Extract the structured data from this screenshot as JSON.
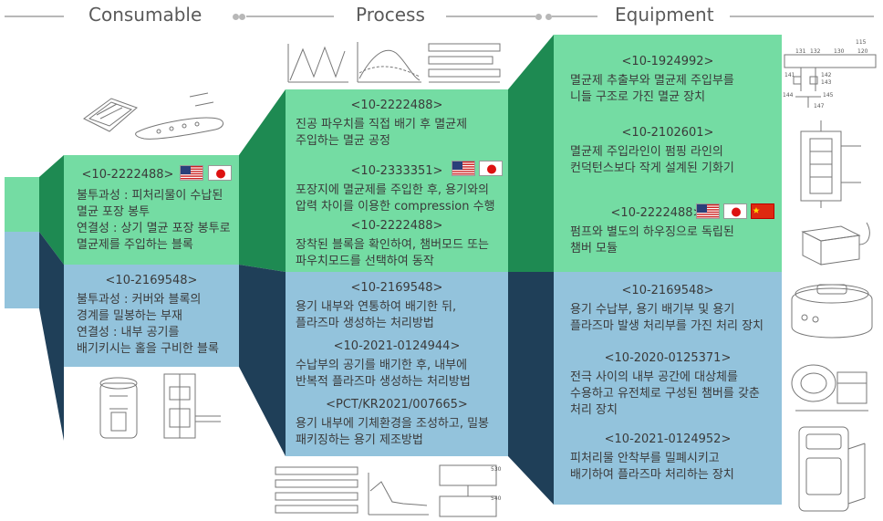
{
  "headers": {
    "consumable": "Consumable",
    "process": "Process",
    "equipment": "Equipment"
  },
  "colors": {
    "green": "#74dca3",
    "dark_green": "#1e8a52",
    "blue": "#93c3dc",
    "navy": "#1f3f58",
    "header_line": "#b8b8b8"
  },
  "consumable": {
    "top": {
      "number": "<10-2222488>",
      "flags": [
        "us",
        "jp"
      ],
      "line1": "불투과성 : 피처리물이 수납된",
      "line2": "멸균 포장 봉투",
      "line3": "연결성 : 상기 멸균 포장 봉투로",
      "line4": "멸균제를 주입하는 블록"
    },
    "bottom": {
      "number": "<10-2169548>",
      "line1": "불투과성 : 커버와 블록의",
      "line2": "경계를 밀봉하는 부재",
      "line3": "연결성 : 내부 공기를",
      "line4": "배기키시는 홀을 구비한 블록"
    }
  },
  "process": {
    "items": [
      {
        "number": "<10-2222488>",
        "line1": "진공 파우치를 직접 배기 후 멸균제",
        "line2": "주입하는 멸균 공정"
      },
      {
        "number": "<10-2333351>",
        "flags": [
          "us",
          "jp"
        ],
        "line1": "포장지에 멸균제를 주입한 후, 용기와의",
        "line2": "압력 차이를 이용한 compression 수행"
      },
      {
        "number": "<10-2222488>",
        "line1": "장착된 블록을 확인하여, 챔버모드 또는",
        "line2": "파우치모드를 선택하여 동작"
      },
      {
        "number": "<10-2169548>",
        "line1": "용기 내부와 연통하여 배기한 뒤,",
        "line2": "플라즈마 생성하는 처리방법"
      },
      {
        "number": "<10-2021-0124944>",
        "line1": "수납부의 공기를 배기한 후, 내부에",
        "line2": "반복적 플라즈마 생성하는 처리방법"
      },
      {
        "number": "<PCT/KR2021/007665>",
        "line1": "용기 내부에 기체환경을 조성하고, 밀봉",
        "line2": "패키징하는 용기 제조방법"
      }
    ]
  },
  "equipment": {
    "items": [
      {
        "number": "<10-1924992>",
        "line1": "멸균제 추출부와 멸균제 주입부를",
        "line2": "니들 구조로 가진 멸균 장치",
        "line3": ""
      },
      {
        "number": "<10-2102601>",
        "line1": "멸균제 주입라인이 펌핑 라인의",
        "line2": "컨덕턴스보다 작게 설계된 기화기",
        "line3": ""
      },
      {
        "number": "<10-2222488>",
        "flags": [
          "us",
          "jp",
          "cn"
        ],
        "line1": "펌프와 별도의 하우징으로 독립된",
        "line2": "챔버 모듈",
        "line3": ""
      },
      {
        "number": "<10-2169548>",
        "line1": "용기 수납부, 용기 배기부 및 용기",
        "line2": "플라즈마 발생 처리부를 가진 처리 장치",
        "line3": ""
      },
      {
        "number": "<10-2020-0125371>",
        "line1": "전극 사이의 내부 공간에 대상체를",
        "line2": "수용하고 유전체로 구성된 챔버를 갖춘",
        "line3": "처리 장치"
      },
      {
        "number": "<10-2021-0124952>",
        "line1": "피처리물 안착부를 밀폐시키고",
        "line2": "배기하여 플라즈마 처리하는 장치",
        "line3": ""
      }
    ]
  },
  "sketch_labels": {
    "eq_top_a": "115",
    "eq_top_b": "131",
    "eq_top_c": "132",
    "eq_top_d": "130",
    "eq_top_e": "120",
    "eq_top_f": "141",
    "eq_top_g": "142",
    "eq_top_h": "143",
    "eq_top_i": "144",
    "eq_top_j": "145",
    "eq_top_k": "147",
    "flow_a": "530",
    "flow_b": "540"
  }
}
